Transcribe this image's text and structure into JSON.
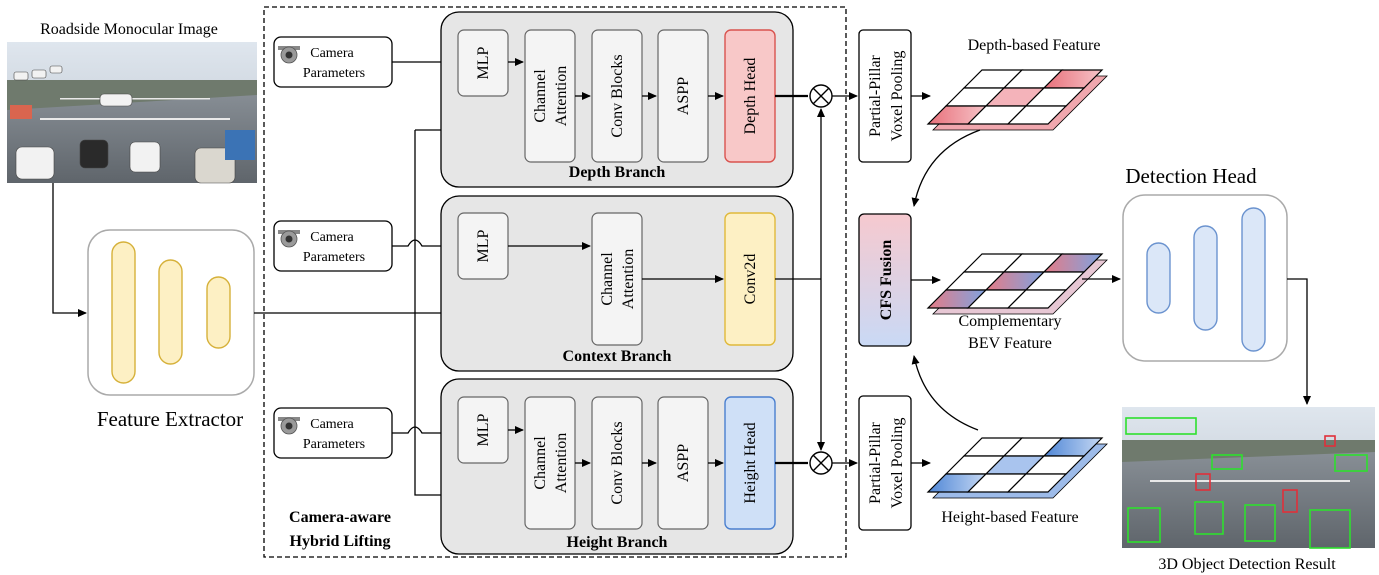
{
  "title": "Camera-aware Hybrid Lifting 3D detection pipeline",
  "input": {
    "label": "Roadside Monocular Image"
  },
  "feature_extractor": {
    "label": "Feature Extractor"
  },
  "camera_params": [
    {
      "label_line1": "Camera",
      "label_line2": "Parameters",
      "icon": "camera-icon"
    },
    {
      "label_line1": "Camera",
      "label_line2": "Parameters",
      "icon": "camera-icon"
    },
    {
      "label_line1": "Camera",
      "label_line2": "Parameters",
      "icon": "camera-icon"
    }
  ],
  "lifting_module": {
    "label_line1": "Camera-aware",
    "label_line2": "Hybrid Lifting"
  },
  "branches": {
    "depth": {
      "title": "Depth Branch",
      "mlp": "MLP",
      "channel_attention_line1": "Channel",
      "channel_attention_line2": "Attention",
      "conv_blocks": "Conv Blocks",
      "aspp": "ASPP",
      "head": "Depth Head",
      "head_color": "#f8c8c8",
      "head_border": "#d9534f"
    },
    "context": {
      "title": "Context Branch",
      "mlp": "MLP",
      "channel_attention_line1": "Channel",
      "channel_attention_line2": "Attention",
      "conv": "Conv2d",
      "conv_color": "#fdf0c4",
      "conv_border": "#e0b93a"
    },
    "height": {
      "title": "Height Branch",
      "mlp": "MLP",
      "channel_attention_line1": "Channel",
      "channel_attention_line2": "Attention",
      "conv_blocks": "Conv Blocks",
      "aspp": "ASPP",
      "head": "Height Head",
      "head_color": "#cfe0f7",
      "head_border": "#4a7fcf"
    }
  },
  "pooling": {
    "top_line1": "Partial-Pillar",
    "top_line2": "Voxel Pooling",
    "bottom_line1": "Partial-Pillar",
    "bottom_line2": "Voxel Pooling"
  },
  "features": {
    "depth": "Depth-based Feature",
    "height": "Height-based Feature",
    "complementary_line1": "Complementary",
    "complementary_line2": "BEV Feature"
  },
  "fusion": {
    "label": "CFS Fusion"
  },
  "detection_head": {
    "label": "Detection Head"
  },
  "output": {
    "label": "3D Object Detection Result"
  },
  "colors": {
    "branch_bg": "#e6e6e6",
    "block_bg": "#f4f4f4",
    "extractor_fill": "#fdf0c4",
    "extractor_stroke": "#d6b13a",
    "det_fill": "#dbe7f8",
    "det_stroke": "#6b93cf",
    "red": "#e05a66",
    "blue": "#4f86d6"
  }
}
